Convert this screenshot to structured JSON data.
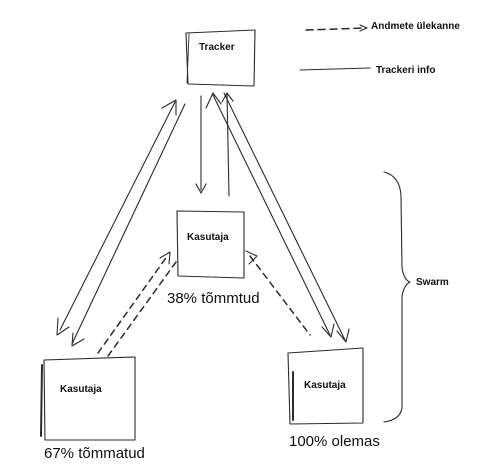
{
  "legend": {
    "data_transfer": "Andmete ülekanne",
    "tracker_info": "Trackeri info"
  },
  "nodes": {
    "tracker": "Tracker",
    "user_middle": "Kasutaja",
    "user_left": "Kasutaja",
    "user_right": "Kasutaja"
  },
  "status": {
    "user_middle": "38% tõmmtud",
    "user_left": "67% tõmmatud",
    "user_right": "100% olemas"
  },
  "swarm": "Swarm",
  "colors": {
    "ink": "#2b2b2b",
    "paper": "#ffffff"
  }
}
